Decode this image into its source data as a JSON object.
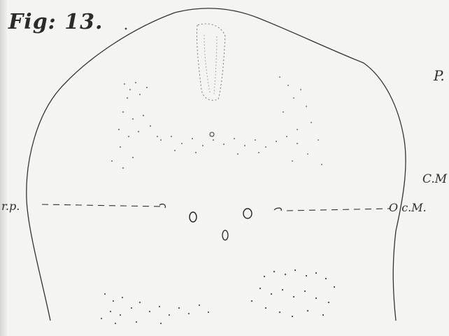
{
  "figure": {
    "title": "Fig: 13."
  },
  "labels": {
    "p": "P.",
    "cm": "C.M",
    "rp": "r.p.",
    "ocm": "O c.M."
  },
  "colors": {
    "paper": "#f4f4f1",
    "ink": "#2e2e2e"
  }
}
